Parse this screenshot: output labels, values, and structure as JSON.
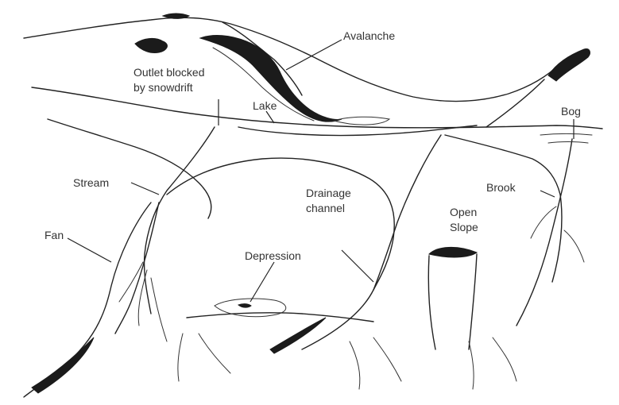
{
  "labels": {
    "avalanche": "Avalanche",
    "outlet_line1": "Outlet blocked",
    "outlet_line2": "by snowdrift",
    "lake": "Lake",
    "bog": "Bog",
    "stream": "Stream",
    "drainage_line1": "Drainage",
    "drainage_line2": "channel",
    "brook": "Brook",
    "open_line1": "Open",
    "open_line2": "Slope",
    "fan": "Fan",
    "depression": "Depression"
  }
}
